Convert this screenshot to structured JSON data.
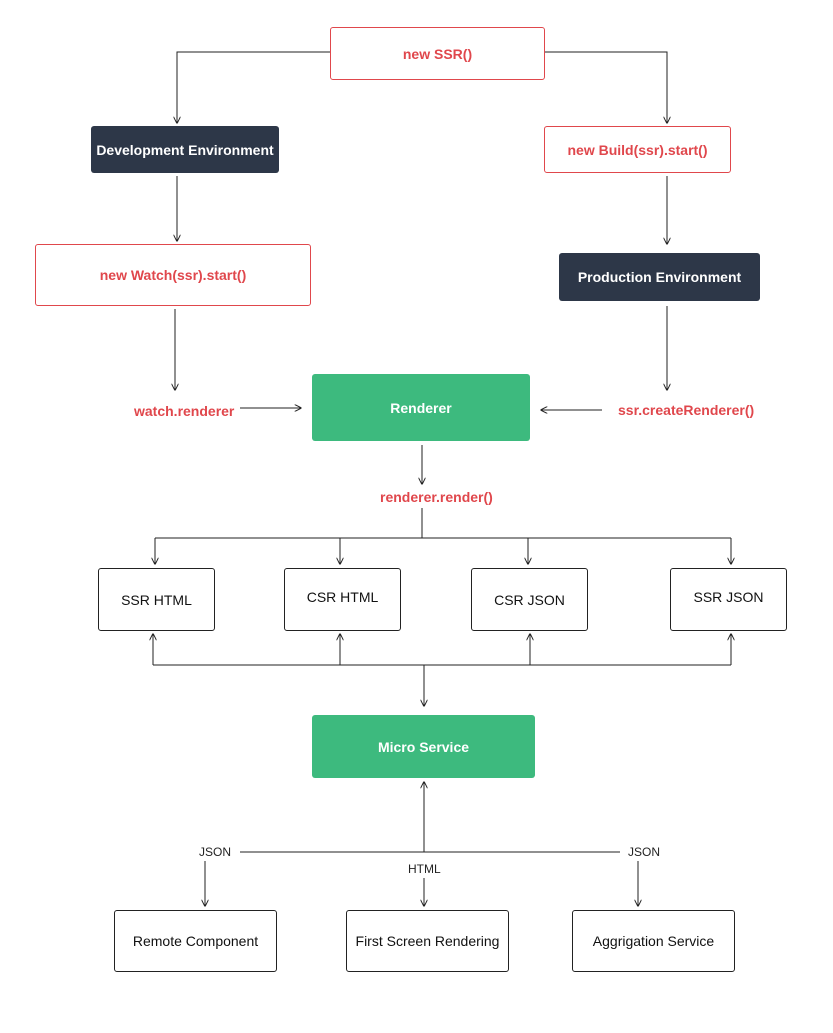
{
  "top": {
    "new_ssr": "new SSR()"
  },
  "dev": {
    "env_label": "Development Environment",
    "watch_call": "new Watch(ssr).start()",
    "renderer_ref": "watch.renderer"
  },
  "prod": {
    "build_call": "new Build(ssr).start()",
    "env_label": "Production Environment",
    "renderer_ref": "ssr.createRenderer()"
  },
  "renderer": {
    "label": "Renderer",
    "render_call": "renderer.render()"
  },
  "outputs": [
    "SSR HTML",
    "CSR HTML",
    "CSR JSON",
    "SSR JSON"
  ],
  "micro_service": {
    "label": "Micro Service"
  },
  "consumers": [
    {
      "label": "Remote Component",
      "format": "JSON"
    },
    {
      "label": "First Screen Rendering",
      "format": "HTML"
    },
    {
      "label": "Aggrigation Service",
      "format": "JSON"
    }
  ],
  "colors": {
    "red": "#e0474c",
    "dark": "#2d3748",
    "green": "#3dba7e",
    "line": "#222222"
  }
}
